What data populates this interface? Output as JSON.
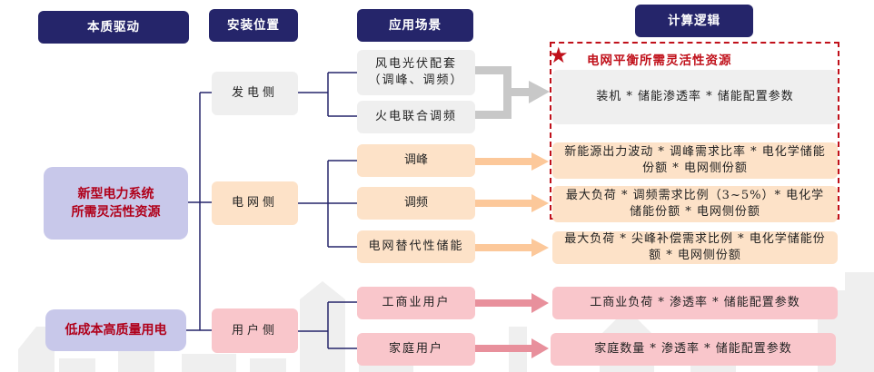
{
  "headers": {
    "driver": "本质驱动",
    "location": "安装位置",
    "scenario": "应用场景",
    "logic": "计算逻辑"
  },
  "drivers": [
    {
      "label_line1": "新型电力系统",
      "label_line2": "所需灵活性资源"
    },
    {
      "label": "低成本高质量用电"
    }
  ],
  "locations": [
    {
      "label": "发电侧"
    },
    {
      "label": "电网侧"
    },
    {
      "label": "用户侧"
    }
  ],
  "scenarios": [
    {
      "line1": "风电光伏配套",
      "line2": "（调峰、调频）"
    },
    {
      "label": "火电联合调频"
    },
    {
      "label": "调峰"
    },
    {
      "label": "调频"
    },
    {
      "label": "电网替代性储能"
    },
    {
      "label": "工商业用户"
    },
    {
      "label": "家庭用户"
    }
  ],
  "highlight": {
    "icon": "star-icon",
    "title": "电网平衡所需灵活性资源",
    "color": "#c0101a"
  },
  "formulas": [
    {
      "text": "装机 * 储能渗透率 * 储能配置参数"
    },
    {
      "text": "新能源出力波动 * 调峰需求比率 * 电化学储能份额 * 电网侧份额"
    },
    {
      "text": "最大负荷 * 调频需求比例（3~5%）* 电化学储能份额 * 电网侧份额"
    },
    {
      "text": "最大负荷 * 尖峰补偿需求比例 * 电化学储能份额 * 电网侧份额"
    },
    {
      "text": "工商业负荷 * 渗透率 * 储能配置参数"
    },
    {
      "text": "家庭数量 * 渗透率 * 储能配置参数"
    }
  ],
  "colors": {
    "header": "#25256a",
    "generation": "#efefef",
    "grid": "#fde2c8",
    "user": "#f9c6cb",
    "driver": "#c8c8ea",
    "connector": "#25256a"
  }
}
